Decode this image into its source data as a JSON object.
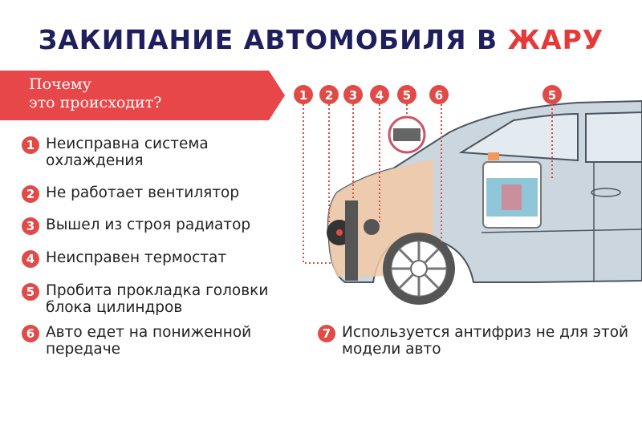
{
  "title": {
    "main": "ЗАКИПАНИЕ АВТОМОБИЛЯ В",
    "accent": "ЖАРУ"
  },
  "banner": {
    "line1": "Почему",
    "line2": "это происходит?"
  },
  "reasons": [
    {
      "n": "1",
      "text": "Неисправна система охлаждения"
    },
    {
      "n": "2",
      "text": "Не работает вентилятор"
    },
    {
      "n": "3",
      "text": "Вышел из строя радиатор"
    },
    {
      "n": "4",
      "text": "Неисправен термостат"
    },
    {
      "n": "5",
      "text": "Пробита прокладка головки блока цилиндров"
    },
    {
      "n": "6",
      "text": "Авто едет на пониженной передаче"
    },
    {
      "n": "7",
      "text": "Используется антифриз не для этой модели авто"
    }
  ],
  "markers": [
    "1",
    "2",
    "3",
    "4",
    "5",
    "6",
    "5"
  ],
  "colors": {
    "navy": "#1e1f5c",
    "red": "#e63a3a",
    "car": "#ccd6de",
    "engine": "#f2c9a6"
  }
}
